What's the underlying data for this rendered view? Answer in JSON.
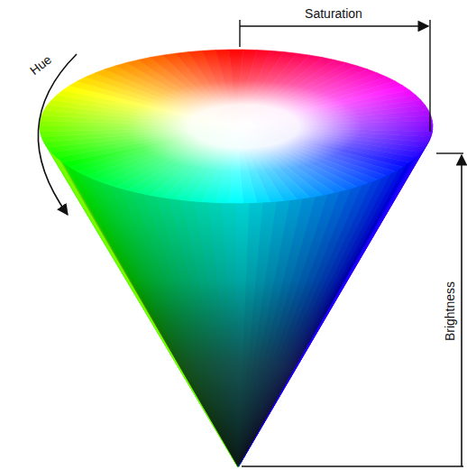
{
  "diagram": {
    "labels": [
      "Hue",
      "Saturation",
      "Brightness"
    ]
  }
}
